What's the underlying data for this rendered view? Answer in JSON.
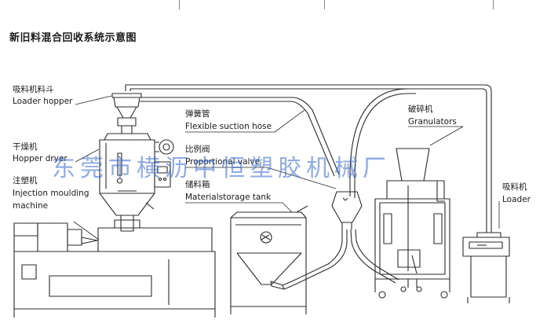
{
  "title": "新旧料混合回收系统示意图",
  "watermark": "东莞市横沥中恒塑胶机械厂",
  "labels": {
    "loader_hopper_cn": "吸料机料斗",
    "loader_hopper_en": "Loader hopper",
    "hopper_dryer_cn": "干燥机",
    "hopper_dryer_en": "Hopper dryer",
    "injection_cn": "注塑机",
    "injection_en_1": "Injection moulding",
    "injection_en_2": "machine",
    "hose_cn": "弹簧管",
    "hose_en": "Flexible suction hose",
    "valve_cn": "比例阀",
    "valve_en": "Proportional valve",
    "tank_cn": "储料箱",
    "tank_en": "Materialstorage tank",
    "granulator_cn": "破碎机",
    "granulator_en": "Granulators",
    "loader_cn": "吸料机",
    "loader_en": "Loader"
  },
  "colors": {
    "line": "#2b2b2b",
    "watermark": "#3366cc",
    "text": "#1a1a1a"
  }
}
